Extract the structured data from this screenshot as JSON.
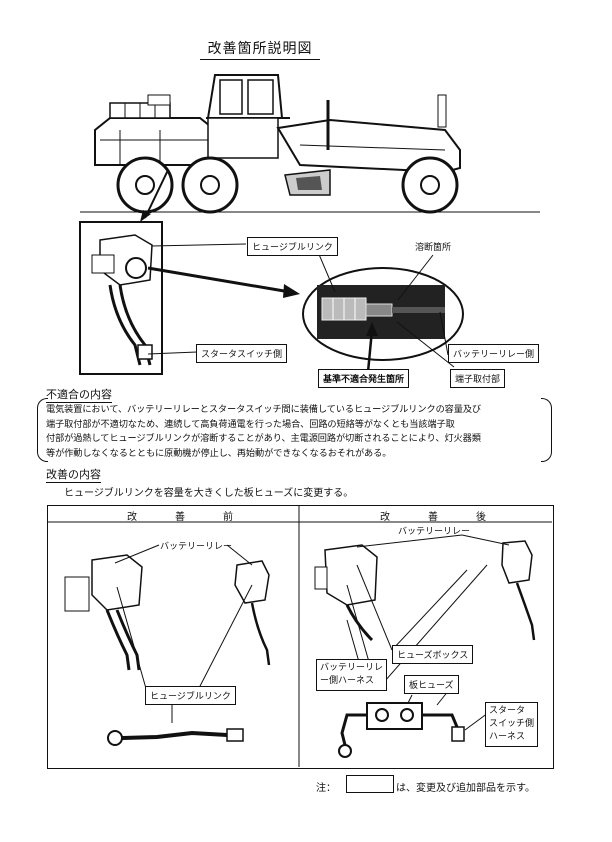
{
  "title": "改善箇所説明図",
  "callouts": {
    "fusible_link": "ヒュージブルリンク",
    "melt_point": "溶断箇所",
    "starter_side": "スタータスイッチ側",
    "battery_relay_side": "バッテリーリレー側",
    "defect_point": "基準不適合発生箇所",
    "terminal_mount": "端子取付部"
  },
  "defect": {
    "heading": "不適合の内容",
    "lines": [
      "電気装置において、バッテリーリレーとスタータスイッチ間に装備しているヒュージブルリンクの容量及び",
      "端子取付部が不適切なため、連続して高負荷通電を行った場合、回路の短絡等がなくとも当該端子取",
      "付部が過熱してヒュージブルリンクが溶断することがあり、主電源回路が切断されることにより、灯火器類",
      "等が作動しなくなるとともに原動機が停止し、再始動ができなくなるおそれがある。"
    ]
  },
  "improvement": {
    "heading": "改善の内容",
    "text": "ヒュージブルリンクを容量を大きくした板ヒューズに変更する。"
  },
  "table": {
    "before_header": "改　善　前",
    "after_header": "改　善　後",
    "before": {
      "battery_relay": "バッテリーリレー",
      "fusible_link": "ヒュージブルリンク"
    },
    "after": {
      "battery_relay": "バッテリーリレー",
      "fuse_box": "ヒューズボックス",
      "battery_relay_harness": [
        "バッテリーリレ",
        "ー側ハーネス"
      ],
      "plate_fuse": "板ヒューズ",
      "starter_harness": [
        "スタータ",
        "スイッチ側",
        "ハーネス"
      ]
    }
  },
  "note": {
    "prefix": "注：",
    "suffix": "は、変更及び追加部品を示す。"
  }
}
